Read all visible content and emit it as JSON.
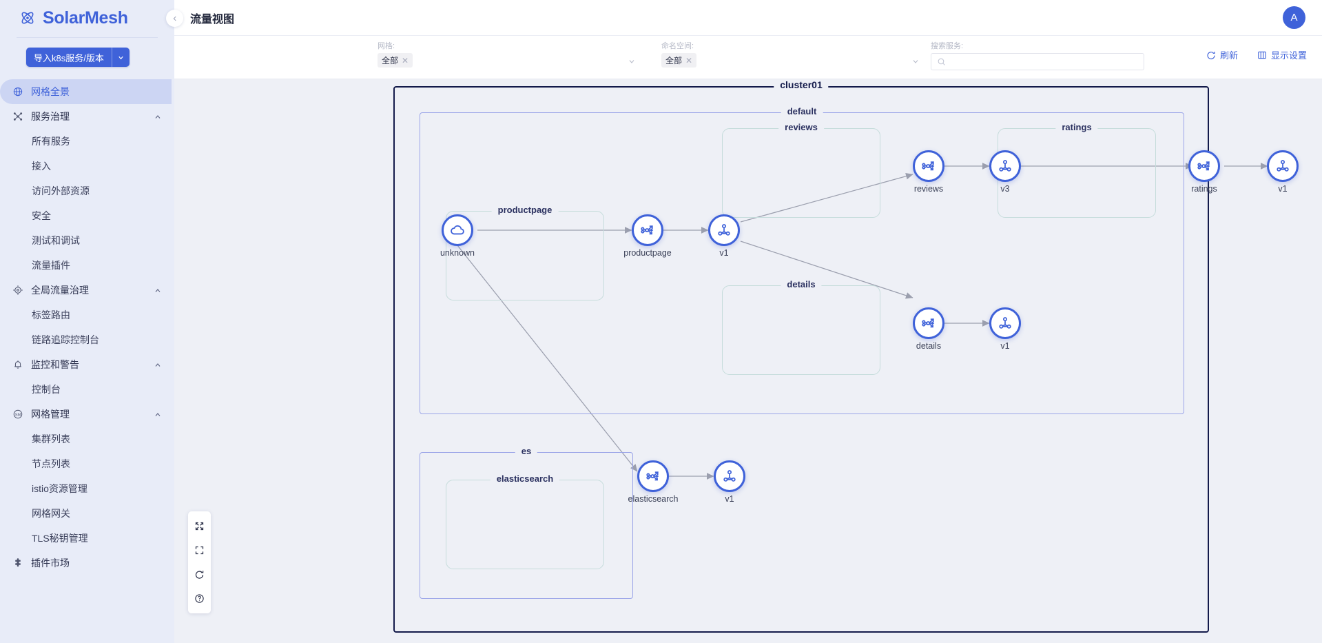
{
  "brand": {
    "name": "SolarMesh",
    "logo_icon": "solar-mesh-logo-icon"
  },
  "sidebar": {
    "import_button": {
      "label": "导入k8s服务/版本",
      "caret_icon": "chevron-down-icon"
    },
    "items": [
      {
        "label": "网格全景",
        "icon": "globe-icon",
        "level": "group",
        "active": true,
        "collapsible": false
      },
      {
        "label": "服务治理",
        "icon": "service-governance-icon",
        "level": "group",
        "active": false,
        "collapsible": true
      },
      {
        "label": "所有服务",
        "level": "child"
      },
      {
        "label": "接入",
        "level": "child"
      },
      {
        "label": "访问外部资源",
        "level": "child"
      },
      {
        "label": "安全",
        "level": "child"
      },
      {
        "label": "测试和调试",
        "level": "child"
      },
      {
        "label": "流量插件",
        "level": "child"
      },
      {
        "label": "全局流量治理",
        "icon": "traffic-global-icon",
        "level": "group",
        "active": false,
        "collapsible": true
      },
      {
        "label": "标签路由",
        "level": "child"
      },
      {
        "label": "链路追踪控制台",
        "level": "child"
      },
      {
        "label": "监控和警告",
        "icon": "monitor-alert-icon",
        "level": "group",
        "active": false,
        "collapsible": true
      },
      {
        "label": "控制台",
        "level": "child"
      },
      {
        "label": "网格管理",
        "icon": "mesh-manage-icon",
        "level": "group",
        "active": false,
        "collapsible": true
      },
      {
        "label": "集群列表",
        "level": "child"
      },
      {
        "label": "节点列表",
        "level": "child"
      },
      {
        "label": "istio资源管理",
        "level": "child"
      },
      {
        "label": "网格网关",
        "level": "child"
      },
      {
        "label": "TLS秘钥管理",
        "level": "child"
      },
      {
        "label": "插件市场",
        "icon": "plugin-market-icon",
        "level": "group",
        "active": false,
        "collapsible": false
      }
    ]
  },
  "header": {
    "title": "流量视图",
    "avatar_initial": "A",
    "collapse_icon": "chevron-left-icon"
  },
  "filters": [
    {
      "name": "mesh",
      "label": "网格:",
      "tag": "全部",
      "tag_close_icon": "close-icon",
      "caret_icon": "chevron-down-icon"
    },
    {
      "name": "namespace",
      "label": "命名空间:",
      "tag": "全部",
      "tag_close_icon": "close-icon",
      "caret_icon": "chevron-down-icon"
    }
  ],
  "search": {
    "label": "搜索服务:",
    "value": "",
    "placeholder": "",
    "icon": "search-icon"
  },
  "toolbar_actions": [
    {
      "label": "刷新",
      "icon": "refresh-icon"
    },
    {
      "label": "显示设置",
      "icon": "display-settings-icon"
    }
  ],
  "graph_tools": [
    {
      "name": "expand-icon"
    },
    {
      "name": "fit-screen-icon"
    },
    {
      "name": "reload-icon"
    },
    {
      "name": "help-icon"
    }
  ],
  "colors": {
    "brand": "#3f62d9",
    "cluster_border": "#131a4a",
    "namespace_border": "#9aa4e8",
    "service_border": "#c5dcdb",
    "node_border": "#3f62d9",
    "edge": "#9b9fae",
    "canvas_bg": "#eef0f6",
    "sidebar_bg": "#e8ecf8"
  },
  "graph": {
    "clusters": [
      {
        "label": "cluster01",
        "namespaces": [
          {
            "label": "default",
            "services": [
              {
                "label": "productpage",
                "nodes": [
                  {
                    "label": "productpage",
                    "icon": "service-node-icon"
                  },
                  {
                    "label": "v1",
                    "icon": "workload-node-icon"
                  }
                ]
              },
              {
                "label": "reviews",
                "nodes": [
                  {
                    "label": "reviews",
                    "icon": "service-node-icon"
                  },
                  {
                    "label": "v3",
                    "icon": "workload-node-icon"
                  }
                ]
              },
              {
                "label": "ratings",
                "nodes": [
                  {
                    "label": "ratings",
                    "icon": "service-node-icon"
                  },
                  {
                    "label": "v1",
                    "icon": "workload-node-icon"
                  }
                ]
              },
              {
                "label": "details",
                "nodes": [
                  {
                    "label": "details",
                    "icon": "service-node-icon"
                  },
                  {
                    "label": "v1",
                    "icon": "workload-node-icon"
                  }
                ]
              }
            ]
          },
          {
            "label": "es",
            "services": [
              {
                "label": "elasticsearch",
                "nodes": [
                  {
                    "label": "elasticsearch",
                    "icon": "service-node-icon"
                  },
                  {
                    "label": "v1",
                    "icon": "workload-node-icon"
                  }
                ]
              }
            ]
          }
        ]
      }
    ],
    "external_nodes": [
      {
        "label": "unknown",
        "icon": "cloud-node-icon"
      }
    ],
    "edges": [
      {
        "from": "unknown",
        "to": "productpage"
      },
      {
        "from": "productpage",
        "to": "productpage-v1"
      },
      {
        "from": "productpage-v1",
        "to": "reviews"
      },
      {
        "from": "productpage-v1",
        "to": "details"
      },
      {
        "from": "reviews",
        "to": "reviews-v3"
      },
      {
        "from": "reviews-v3",
        "to": "ratings"
      },
      {
        "from": "ratings",
        "to": "ratings-v1"
      },
      {
        "from": "details",
        "to": "details-v1"
      },
      {
        "from": "unknown",
        "to": "elasticsearch"
      },
      {
        "from": "elasticsearch",
        "to": "elasticsearch-v1"
      }
    ]
  }
}
